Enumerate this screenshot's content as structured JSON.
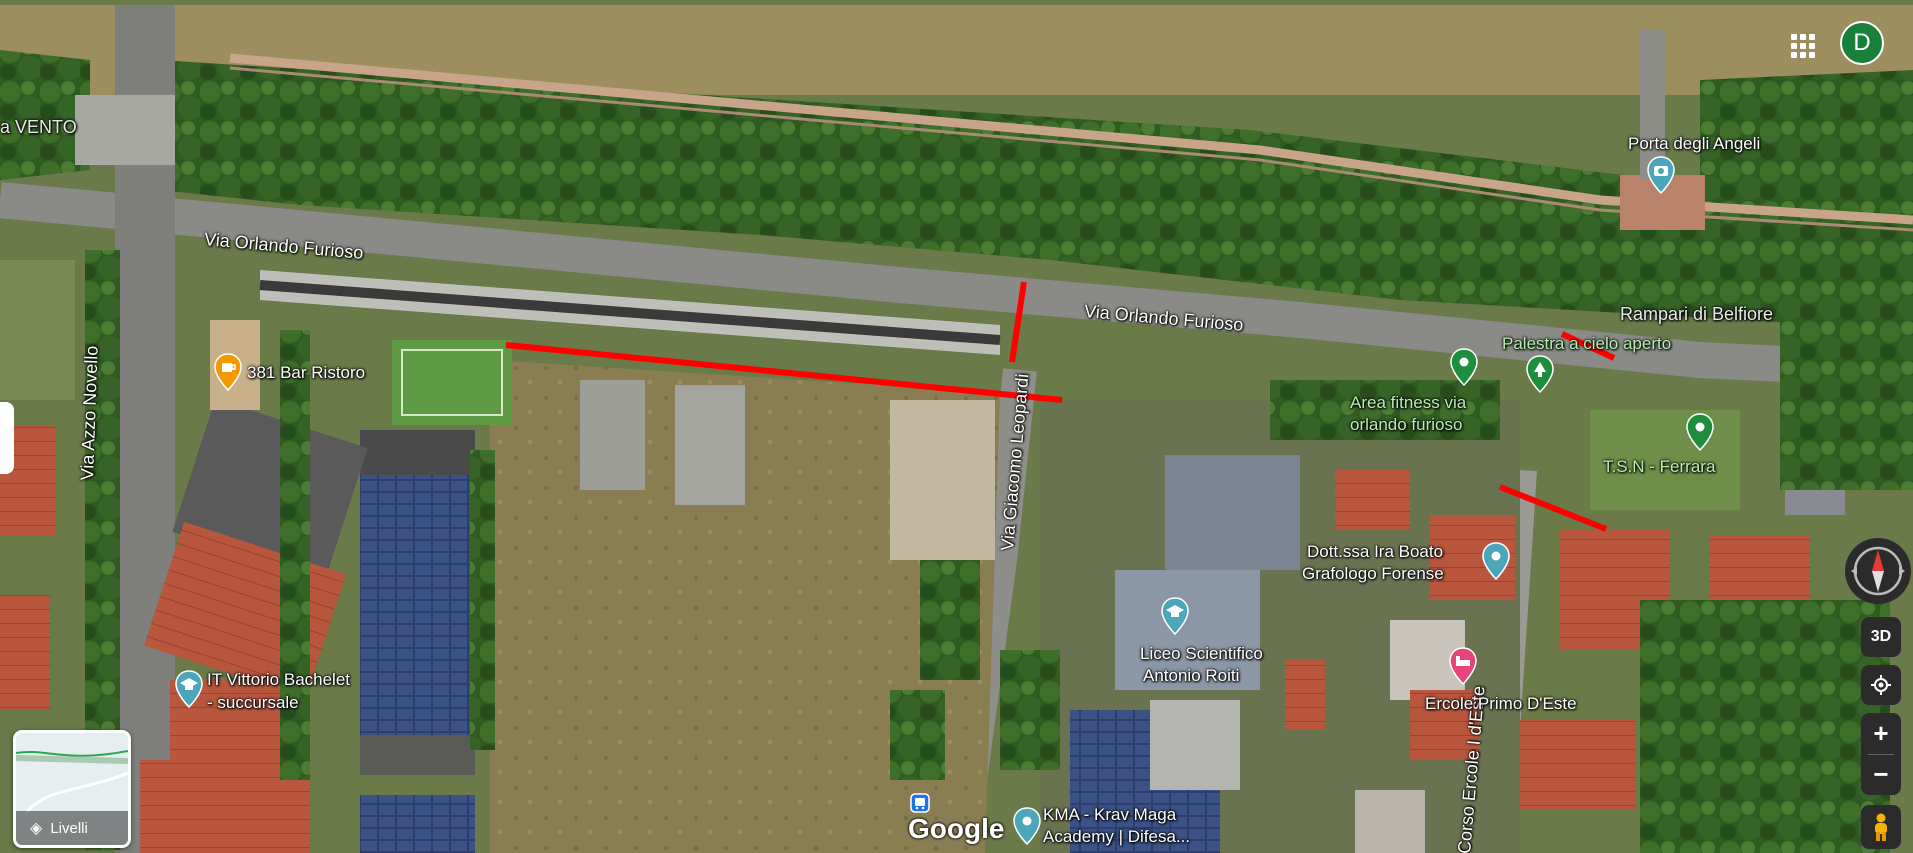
{
  "labels": {
    "via_orlando_furioso_1": "Via Orlando Furioso",
    "via_orlando_furioso_2": "Via Orlando Furioso",
    "via_azzo_novello": "Via Azzo Novello",
    "via_giacomo_leopardi": "Via Giacomo Leopardi",
    "corso_ercole": "Corso Ercole I d'Este",
    "vento": "a VENTO",
    "porta_angeli": "Porta degli Angeli",
    "rampari": "Rampari di Belfiore",
    "palestra": "Palestra a cielo aperto",
    "area_fitness_1": "Area fitness via",
    "area_fitness_2": "orlando furioso",
    "tsn": "T.S.N - Ferrara",
    "dott_1": "Dott.ssa Ira Boato",
    "dott_2": "Grafologo Forense",
    "liceo_1": "Liceo Scientifico",
    "liceo_2": "Antonio Roiti",
    "ercole_hotel": "Ercole Primo D'Este",
    "bar": "381 Bar Ristoro",
    "it_vittorio_1": "IT Vittorio Bachelet",
    "it_vittorio_2": "- succursale",
    "kma_1": "KMA - Krav Maga",
    "kma_2": "Academy | Difesa..."
  },
  "controls": {
    "avatar_letter": "D",
    "layers_label": "Livelli",
    "three_d": "3D",
    "zoom_in": "+",
    "zoom_out": "−",
    "logo": "Google"
  },
  "colors": {
    "accent_bar": "#d4b84a",
    "marker_red": "#ff0000",
    "pin_green": "#1e8e3e",
    "pin_teal": "#4aa6b8",
    "pin_orange": "#f29900",
    "pin_pink": "#e8457a"
  }
}
